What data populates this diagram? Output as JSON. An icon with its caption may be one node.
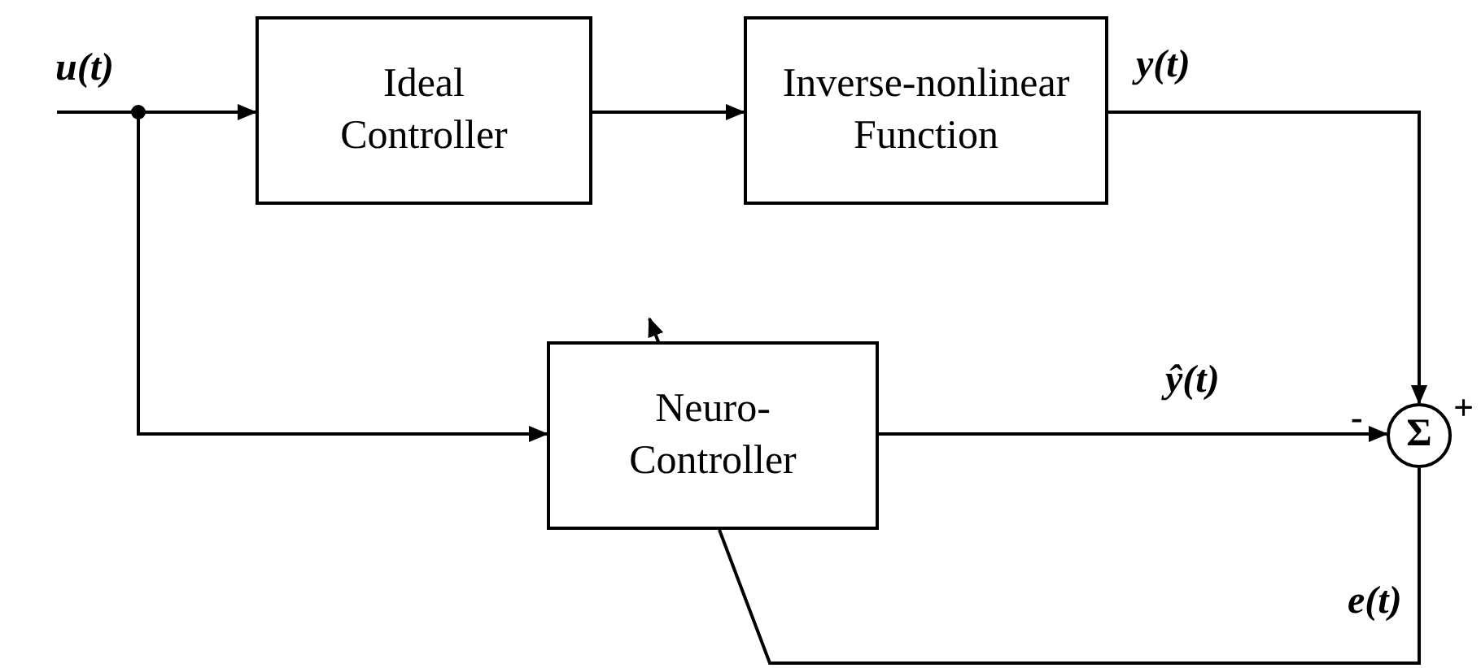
{
  "diagram": {
    "nodes": [
      {
        "text": [
          "Ideal Controller"
        ]
      },
      {
        "text": [
          "Inverse-nonlinear Function"
        ]
      },
      {
        "text": [
          "Neuro-Controller"
        ]
      },
      {
        "text": [
          "Σ"
        ]
      }
    ],
    "edges": [
      {
        "from": null,
        "to": 0,
        "arrow": "to",
        "label": "u(t)"
      },
      {
        "from": null,
        "to": 2,
        "arrow": "to"
      },
      {
        "from": 0,
        "to": 1,
        "arrow": "to"
      },
      {
        "from": 1,
        "to": 3,
        "arrow": "to",
        "label": "y(t)"
      },
      {
        "from": 2,
        "to": 3,
        "arrow": "to",
        "label": "ŷ(t)"
      },
      {
        "from": 3,
        "to": 2,
        "arrow": "none",
        "label": "e(t)"
      }
    ],
    "labels": [
      "+",
      "-"
    ]
  }
}
